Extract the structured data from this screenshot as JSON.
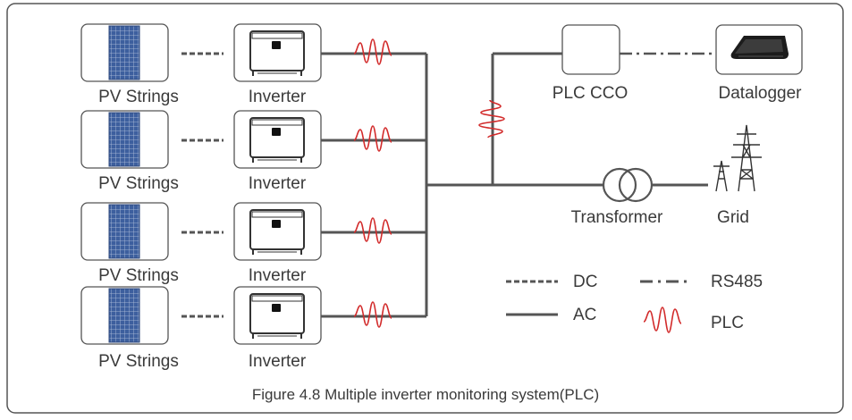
{
  "rows": [
    {
      "pv_label": "PV Strings",
      "inverter_label": "Inverter"
    },
    {
      "pv_label": "PV Strings",
      "inverter_label": "Inverter"
    },
    {
      "pv_label": "PV Strings",
      "inverter_label": "Inverter"
    },
    {
      "pv_label": "PV Strings",
      "inverter_label": "Inverter"
    }
  ],
  "plc_cco_label": "PLC CCO",
  "datalogger_label": "Datalogger",
  "transformer_label": "Transformer",
  "grid_label": "Grid",
  "legend": {
    "dc": "DC",
    "ac": "AC",
    "rs485": "RS485",
    "plc": "PLC"
  },
  "caption": "Figure 4.8 Multiple inverter monitoring system(PLC)",
  "colors": {
    "line": "#555555",
    "plc_wave": "#d22b2b",
    "panel_blue": "#3d5f9e"
  }
}
